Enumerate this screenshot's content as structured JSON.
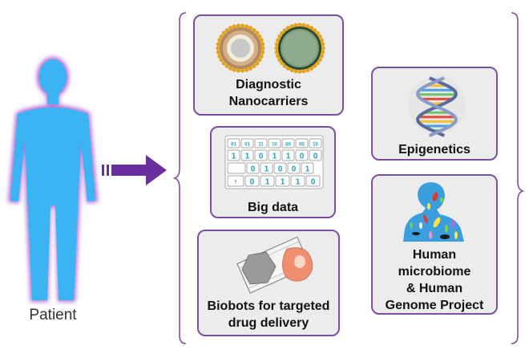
{
  "patient": {
    "label": "Patient"
  },
  "cards": {
    "diagnostic": {
      "label": "Diagnostic\nNanocarriers"
    },
    "bigdata": {
      "label": "Big data",
      "keyboard_rows": [
        [
          "01",
          "01",
          "11",
          "10",
          "00",
          "00",
          "10"
        ],
        [
          "1",
          "1",
          "0",
          "1",
          "1",
          "0",
          "0"
        ],
        [
          "0",
          "1",
          "0",
          "0",
          "1"
        ],
        [
          "0",
          "1",
          "1",
          "1",
          "0"
        ]
      ]
    },
    "biobots": {
      "label": "Biobots for targeted\ndrug delivery"
    },
    "epigenetics": {
      "label": "Epigenetics"
    },
    "microbiome": {
      "label": "Human\nmicrobiome\n& Human\nGenome Project"
    }
  },
  "colors": {
    "body": "#3ab4f2",
    "glow": "#b06ad6",
    "arrow": "#6a2f9e",
    "card_border": "#7b4fa6",
    "card_bg": "#ececec"
  }
}
